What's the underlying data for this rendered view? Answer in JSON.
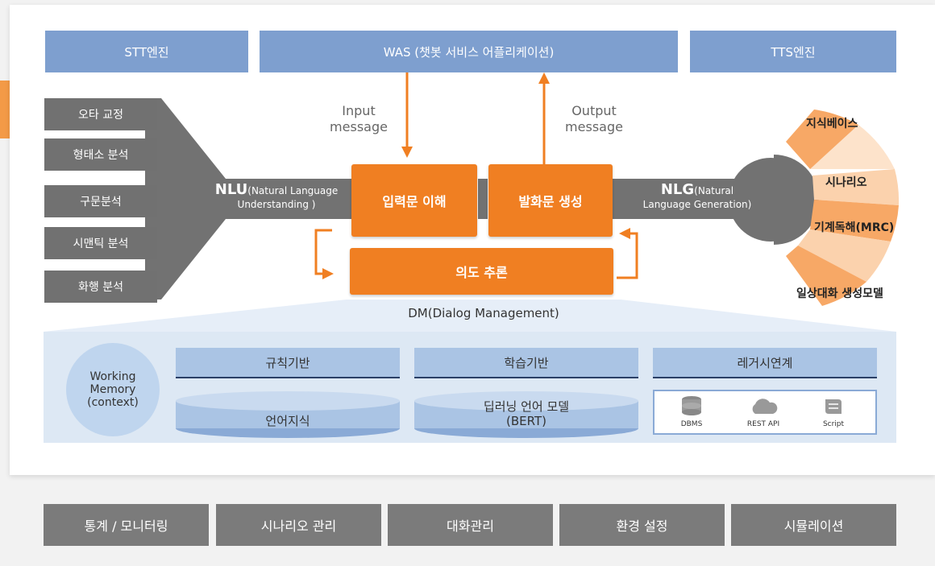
{
  "top": {
    "stt": "STT엔진",
    "was": "WAS (챗봇 서비스 어플리케이션)",
    "tts": "TTS엔진"
  },
  "messages": {
    "input": "Input\nmessage",
    "output": "Output\nmessage"
  },
  "nlu_steps": [
    "오타 교정",
    "형태소 분석",
    "구문분석",
    "시맨틱 분석",
    "화행 분석"
  ],
  "nlu": {
    "abbr": "NLU",
    "full_1": "(Natural Language",
    "full_2": "Understanding )"
  },
  "nlg": {
    "abbr": "NLG",
    "full_1": "(Natural",
    "full_2": "Language Generation)"
  },
  "core": {
    "input_understanding": "입력문 이해",
    "output_generation": "발화문 생성",
    "intent_inference": "의도 추론"
  },
  "dm_label": "DM(Dialog Management)",
  "knowledge": [
    "지식베이스",
    "시나리오",
    "기계독해(MRC)",
    "일상대화 생성모델"
  ],
  "dm": {
    "working_memory": "Working\nMemory\n(context)",
    "rule_based": "규칙기반",
    "learning_based": "학습기반",
    "legacy": "레거시연계",
    "language_knowledge": "언어지식",
    "deep_learning_1": "딥러닝 언어 모델",
    "deep_learning_2": "(BERT)",
    "legacy_items": [
      "DBMS",
      "REST API",
      "Script"
    ]
  },
  "bottom_menu": [
    "통계 / 모니터링",
    "시나리오 관리",
    "대화관리",
    "환경 설정",
    "시뮬레이션"
  ],
  "colors": {
    "blue": "#7e9fcf",
    "orange": "#f07f22",
    "grey": "#717171",
    "light_blue": "#dde8f4"
  }
}
